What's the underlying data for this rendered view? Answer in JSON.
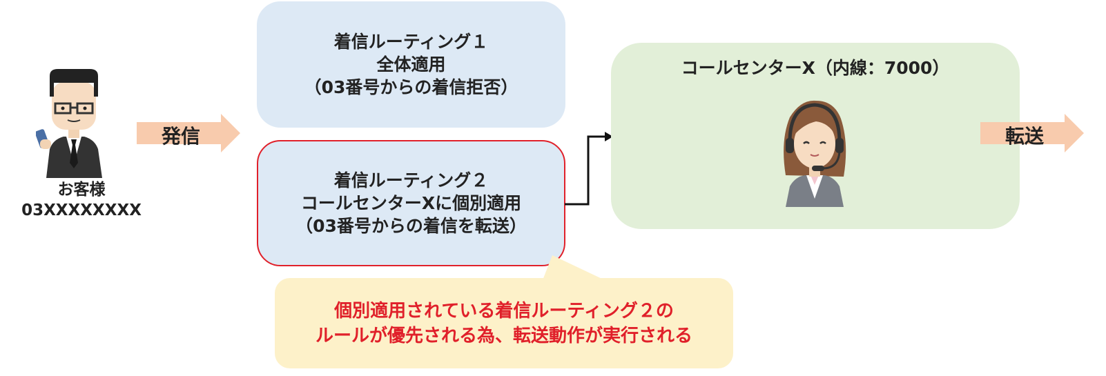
{
  "customer": {
    "name": "お客様",
    "number": "03XXXXXXXX"
  },
  "arrows": {
    "call": "発信",
    "transfer": "転送"
  },
  "rule1": {
    "line1": "着信ルーティング１",
    "line2": "全体適用",
    "line3": "（03番号からの着信拒否）"
  },
  "rule2": {
    "line1": "着信ルーティング２",
    "line2": "コールセンターXに個別適用",
    "line3": "（03番号からの着信を転送）"
  },
  "callcenter": {
    "title": "コールセンターX（内線：7000）"
  },
  "callout": {
    "line1": "個別適用されている着信ルーティング２の",
    "line2": "ルールが優先される為、転送動作が実行される"
  },
  "colors": {
    "rule_fill": "#dde9f5",
    "highlight_border": "#e0202a",
    "callcenter_fill": "#e2efd8",
    "callout_fill": "#fdf1c9",
    "callout_text": "#e0202a",
    "arrow_fill": "#f8cbad"
  },
  "icons": {
    "customer": "businessman-with-phone-icon",
    "operator": "operator-with-headset-icon"
  }
}
